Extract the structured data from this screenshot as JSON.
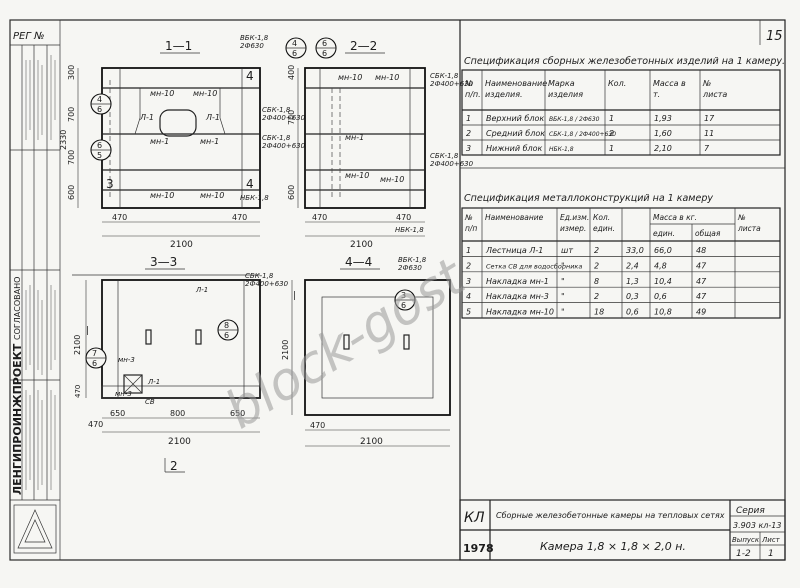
{
  "sheet_number": "15",
  "stamp": {
    "reg": "РЕГ №",
    "agreed": "СОГЛАСОВАНО",
    "org": "ЛЕНГИПРОИНЖПРОЕКТ",
    "code": "КЛ",
    "year": "1978",
    "description": "Сборные железобетонные камеры на тепловых сетях",
    "title": "Камера 1,8 × 1,8 × 2,0 н.",
    "series_label": "Серия",
    "series": "3.903 кл-13",
    "issue_label": "Выпуск",
    "sheet_label": "Лист",
    "issue": "1-2",
    "sheet": "1"
  },
  "sections": {
    "s11": "1—1",
    "s22": "2—2",
    "s33": "3—3",
    "s44": "4—4",
    "cut2": "2"
  },
  "labels": {
    "vbk": "ВБК-1,8",
    "vbk_sub": "2Ф630",
    "sbk": "СБК-1,8",
    "sbk_sub": "2Ф400+630",
    "nbk": "НБК-1,8",
    "mn10": "мн-10",
    "mn1": "мн-1",
    "mn3": "мн-3",
    "l1": "Л-1",
    "sv": "СВ",
    "d470": "470",
    "d2100": "2100",
    "d650": "650",
    "d800": "800",
    "d300": "300",
    "d700": "700",
    "d600": "600",
    "d2330": "2330",
    "d400": "400",
    "num3": "3",
    "num4": "4"
  },
  "bubbles": {
    "b4_6": [
      "4",
      "6"
    ],
    "b6_6": [
      "6",
      "6"
    ],
    "b6_5": [
      "6",
      "5"
    ],
    "b8_6": [
      "8",
      "6"
    ],
    "b7_6": [
      "7",
      "6"
    ],
    "b3_6": [
      "3",
      "6"
    ]
  },
  "spec1": {
    "title": "Спецификация сборных железобетонных изделий на 1 камеру.",
    "headers": [
      "№ п/п.",
      "Наименование изделия.",
      "Марка изделия",
      "Кол.",
      "Масса в т.",
      "№ листа"
    ],
    "rows": [
      [
        "1",
        "Верхний блок",
        "ВБК-1,8 / 2Ф630",
        "1",
        "1,93",
        "17"
      ],
      [
        "2",
        "Средний блок",
        "СБК-1,8 / 2Ф400+630",
        "2",
        "1,60",
        "11"
      ],
      [
        "3",
        "Нижний блок",
        "НБК-1,8",
        "1",
        "2,10",
        "7"
      ]
    ]
  },
  "spec2": {
    "title": "Спецификация металлоконструкций на 1 камеру",
    "headers": [
      "№ п/п",
      "Наименование",
      "Ед.изм. измер.",
      "Кол. един.",
      "Масса в кг.",
      "№ листа"
    ],
    "sub_headers": [
      "един.",
      "общая"
    ],
    "rows": [
      [
        "1",
        "Лестница Л-1",
        "шт",
        "2",
        "33,0",
        "66,0",
        "48"
      ],
      [
        "2",
        "Сетка СВ для водосборника",
        "\"",
        "2",
        "2,4",
        "4,8",
        "47"
      ],
      [
        "3",
        "Накладка мн-1",
        "\"",
        "8",
        "1,3",
        "10,4",
        "47"
      ],
      [
        "4",
        "Накладка мн-3",
        "\"",
        "2",
        "0,3",
        "0,6",
        "47"
      ],
      [
        "5",
        "Накладка мн-10",
        "\"",
        "18",
        "0,6",
        "10,8",
        "49"
      ]
    ]
  },
  "watermark": "block-gost"
}
